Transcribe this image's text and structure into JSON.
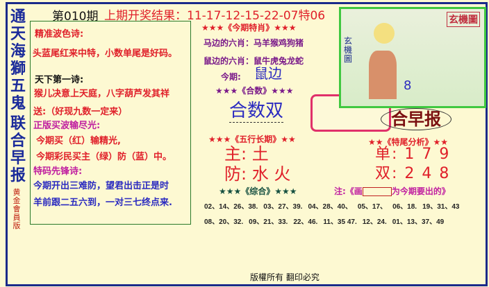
{
  "side_title": {
    "top": [
      "通",
      "天",
      "海",
      "獅",
      "五",
      "鬼"
    ],
    "bottom": [
      "联",
      "合",
      "早",
      "报"
    ],
    "edition": [
      "黄",
      "金",
      "會",
      "員",
      "版"
    ]
  },
  "header": {
    "issue": "第010期",
    "last_result_label": "上期开奖结果：",
    "last_result": "11-17-12-15-22-07特06"
  },
  "left_box": {
    "poem1_title": "精准波色诗:",
    "poem1_text": "头蓝尾红来中特，小数单尾是好码。",
    "poem2_title": "天下第一诗:",
    "poem2_text": "猴儿决意上天庭，八字葫芦发其祥",
    "gift": "送:（好现九数一定来）",
    "wave_title": "正版买波输尽光:",
    "wave_line1": "今期买（红）输精光,",
    "wave_line2": "今期彩民买主（绿）防（蓝）中。",
    "special_title": "特码先锋诗:",
    "special_line1": "今期开出三难防，望君出击正是时",
    "special_line2": "羊前跟二五六到，一对三七终点来."
  },
  "zodiac": {
    "title": "★★★《今期特肖》★★★",
    "horse_side": "马边的六肖：马羊猴鸡狗猪",
    "rat_side": "鼠边的六肖：鼠牛虎兔龙蛇",
    "this_label": "今期:",
    "this_value": "鼠边"
  },
  "sum": {
    "title": "★★★《合数》★★★",
    "value": "合数双"
  },
  "five_elements": {
    "title": "★★★《五行长期》★★",
    "main": "主: 土",
    "guard": "防: 水 火"
  },
  "tail": {
    "title": "★★《特尾分析》★★",
    "odd": "单: 1 7 9",
    "even": "双: 2 4 8"
  },
  "note": {
    "prefix": "注:《画",
    "suffix": "为今期要出的》"
  },
  "combined": {
    "title": "★★★《综合》★★★",
    "row1": [
      "02、14、26、38.",
      "03、27、39.",
      "04、28、40、",
      "05、17、",
      "06、18.",
      "19、31、43"
    ],
    "row2": [
      "08、20、32.",
      "09、21、33.",
      "22、46.",
      "11、35 47.",
      "12、24.",
      "01、13、37、49"
    ]
  },
  "picture": {
    "logo": "玄機圖",
    "side_label": "玄機圖",
    "number": "8"
  },
  "banner": "合早报",
  "footer": "版權所有 翻印必究",
  "colors": {
    "frame": "#1a2a8a",
    "background": "#fdf9d2",
    "accent_red": "#e0202a",
    "blue_text": "#2a2ac0"
  }
}
